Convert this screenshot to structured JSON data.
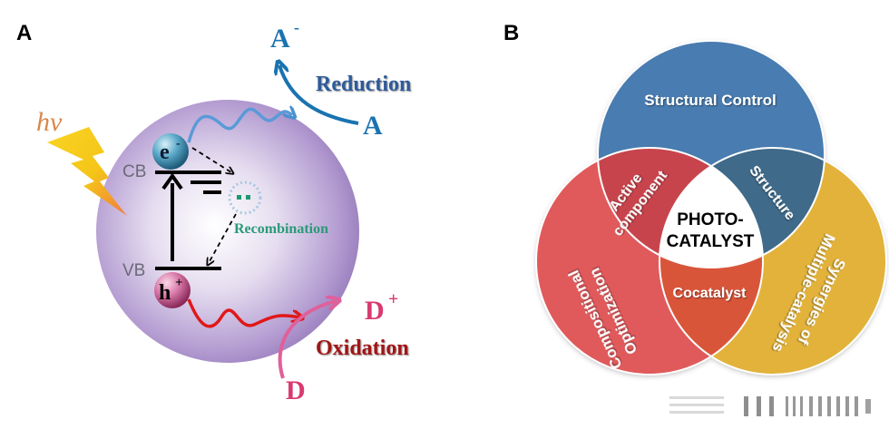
{
  "panel_a": {
    "label": "A",
    "light": "hv",
    "conduction_band": "CB",
    "valence_band": "VB",
    "electron": "e",
    "electron_charge": "-",
    "hole": "h",
    "hole_charge": "+",
    "recombination": "Recombination",
    "acceptor": "A",
    "acceptor_reduced": "A",
    "acceptor_reduced_charge": "-",
    "reduction": "Reduction",
    "donor": "D",
    "donor_oxidized": "D",
    "donor_oxidized_charge": "+",
    "oxidation": "Oxidation",
    "colors": {
      "sphere": "#9b7fbf",
      "reduction": "#2f5a9a",
      "acceptor": "#1a73b0",
      "recombination": "#2a9a78",
      "oxidation": "#a01818",
      "donor": "#d83a70",
      "electron_path": "#4a90d0",
      "hole_path": "#e01818",
      "light": "#f5c518"
    }
  },
  "panel_b": {
    "label": "B",
    "circles": {
      "top": "Structural Control",
      "left_line1": "Compositional",
      "left_line2": "Optimization",
      "right_line1": "Synergies of",
      "right_line2": "Multiple-catalysis"
    },
    "overlaps": {
      "top_left_line1": "Active",
      "top_left_line2": "component",
      "top_right": "Structure",
      "bottom": "Cocatalyst"
    },
    "center_line1": "PHOTO-",
    "center_line2": "CATALYST",
    "colors": {
      "blue": "#4a7cb0",
      "red": "#e05a5c",
      "yellow": "#e2b23a",
      "blue_red": "#c8444c",
      "blue_yellow": "#3f6a8a",
      "red_yellow": "#d9553a",
      "center": "#ffffff"
    }
  }
}
